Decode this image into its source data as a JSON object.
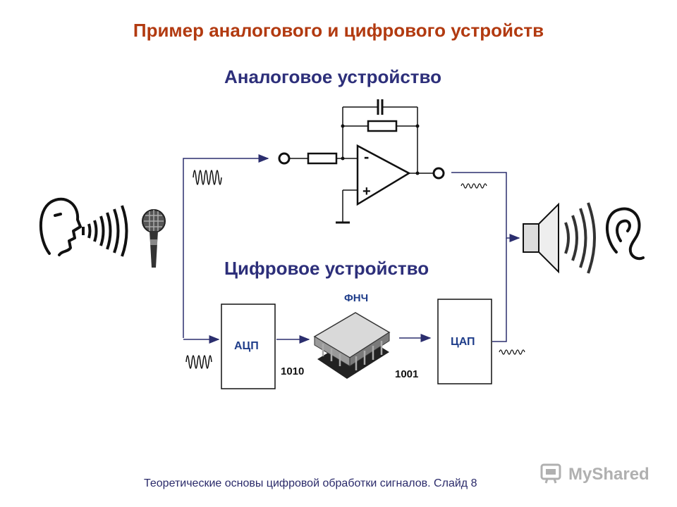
{
  "title": "Пример аналогового и цифрового устройств",
  "analog_label": "Аналоговое устройство",
  "digital_label": "Цифровое устройство",
  "opamp": {
    "minus": "-",
    "plus": "+"
  },
  "adc_label": "АЦП",
  "dac_label": "ЦАП",
  "filter_label": "ФНЧ",
  "code_in": "1010",
  "code_out": "1001",
  "footer": "Теоретические основы цифровой обработки сигналов.  Слайд  8",
  "watermark": "MyShared",
  "colors": {
    "title": "#b23a10",
    "subtitle": "#2d2f7a",
    "wire": "#2b2e6e",
    "label": "#1f3d8a"
  }
}
